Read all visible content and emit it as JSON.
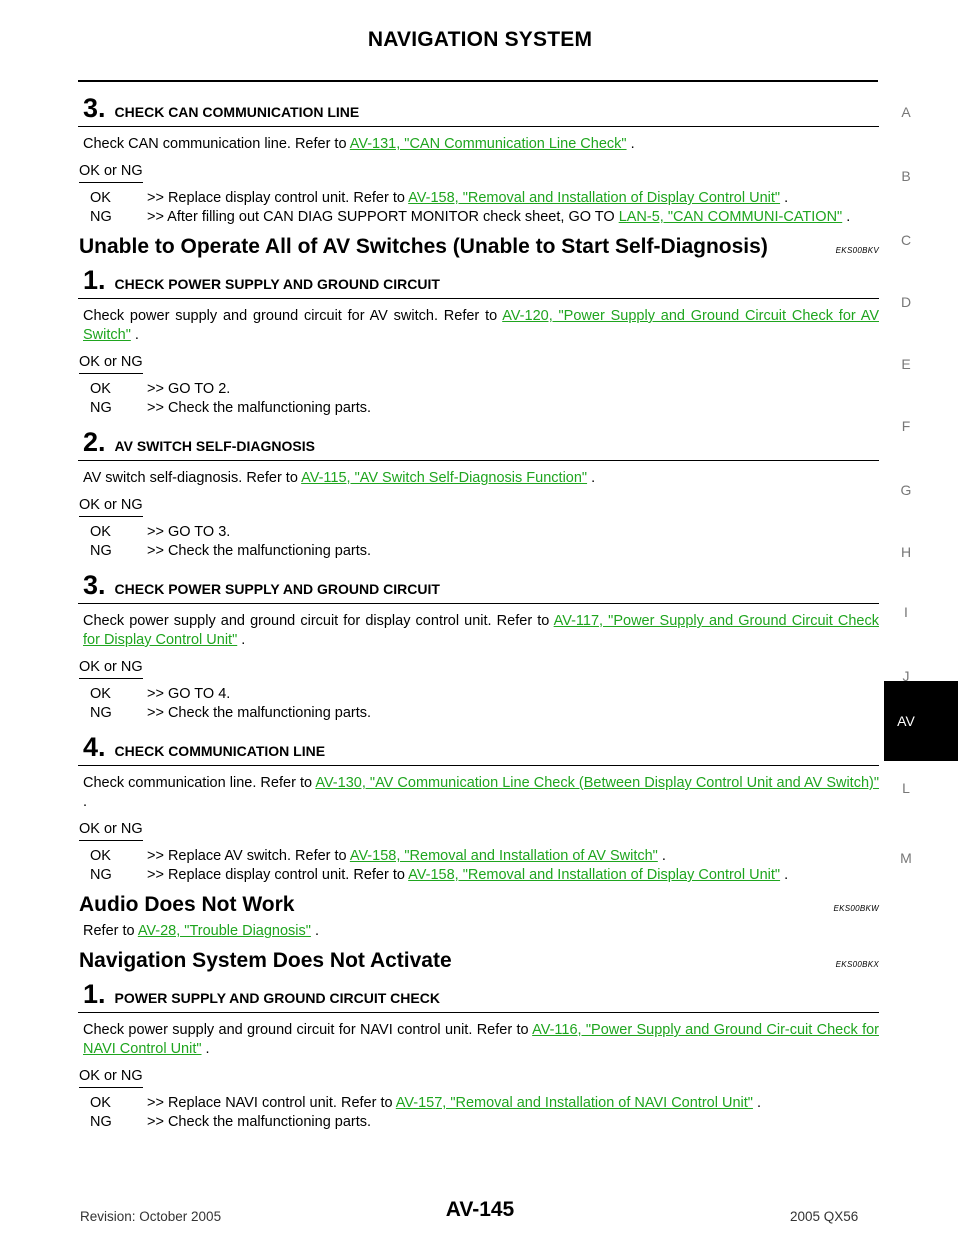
{
  "header": {
    "title": "NAVIGATION SYSTEM"
  },
  "side_index": [
    "A",
    "B",
    "C",
    "D",
    "E",
    "F",
    "G",
    "H",
    "I",
    "J",
    "AV",
    "L",
    "M"
  ],
  "blocks": [
    {
      "type": "step",
      "num": "3.",
      "title": "CHECK CAN COMMUNICATION LINE",
      "para_pre": "Check CAN communication line. Refer to ",
      "para_link": "AV-131, \"CAN Communication Line Check\"",
      "para_post": " .",
      "okng": "OK or NG",
      "results": [
        {
          "code": "OK",
          "pre": ">> Replace display control unit. Refer to ",
          "link": "AV-158, \"Removal and Installation of Display Control Unit\"",
          "post": " ."
        },
        {
          "code": "NG",
          "pre": ">> After filling out CAN DIAG SUPPORT MONITOR check sheet, GO TO ",
          "link": "LAN-5, \"CAN COMMUNI-CATION\"",
          "post": " ."
        }
      ]
    },
    {
      "type": "section",
      "title": "Unable to Operate All of AV Switches (Unable to Start Self-Diagnosis)",
      "code": "EKS00BKV"
    },
    {
      "type": "step",
      "num": "1.",
      "title": "CHECK POWER SUPPLY AND GROUND CIRCUIT",
      "para_pre": "Check power supply and ground circuit for AV switch. Refer to ",
      "para_link": "AV-120, \"Power Supply and Ground Circuit Check for AV Switch\"",
      "para_post": " .",
      "okng": "OK or NG",
      "results": [
        {
          "code": "OK",
          "pre": ">> GO TO 2.",
          "link": "",
          "post": ""
        },
        {
          "code": "NG",
          "pre": ">> Check the malfunctioning parts.",
          "link": "",
          "post": ""
        }
      ]
    },
    {
      "type": "step",
      "num": "2.",
      "title": "AV SWITCH SELF-DIAGNOSIS",
      "para_pre": "AV switch self-diagnosis. Refer to ",
      "para_link": "AV-115, \"AV Switch Self-Diagnosis Function\"",
      "para_post": " .",
      "okng": "OK or NG",
      "results": [
        {
          "code": "OK",
          "pre": ">> GO TO 3.",
          "link": "",
          "post": ""
        },
        {
          "code": "NG",
          "pre": ">> Check the malfunctioning parts.",
          "link": "",
          "post": ""
        }
      ]
    },
    {
      "type": "step",
      "num": "3.",
      "title": "CHECK POWER SUPPLY AND GROUND CIRCUIT",
      "para_pre": "Check power supply and ground circuit for display control unit. Refer to ",
      "para_link": "AV-117, \"Power Supply and Ground Circuit Check for Display Control Unit\"",
      "para_post": " .",
      "okng": "OK or NG",
      "results": [
        {
          "code": "OK",
          "pre": ">> GO TO 4.",
          "link": "",
          "post": ""
        },
        {
          "code": "NG",
          "pre": ">> Check the malfunctioning parts.",
          "link": "",
          "post": ""
        }
      ]
    },
    {
      "type": "step",
      "num": "4.",
      "title": "CHECK COMMUNICATION LINE",
      "para_pre": "Check communication line. Refer to ",
      "para_link": "AV-130, \"AV Communication Line Check (Between Display Control Unit and AV Switch)\"",
      "para_post": " .",
      "okng": "OK or NG",
      "results": [
        {
          "code": "OK",
          "pre": ">> Replace AV switch. Refer to ",
          "link": "AV-158, \"Removal and Installation of AV Switch\"",
          "post": " ."
        },
        {
          "code": "NG",
          "pre": ">> Replace display control unit. Refer to ",
          "link": "AV-158, \"Removal and Installation of Display Control Unit\"",
          "post": " ."
        }
      ]
    },
    {
      "type": "section",
      "title": "Audio Does Not Work",
      "code": "EKS00BKW"
    },
    {
      "type": "plain",
      "pre": "Refer to ",
      "link": "AV-28, \"Trouble Diagnosis\"",
      "post": " ."
    },
    {
      "type": "section",
      "title": "Navigation System Does Not Activate",
      "code": "EKS00BKX"
    },
    {
      "type": "step",
      "num": "1.",
      "title": "POWER SUPPLY AND GROUND CIRCUIT CHECK",
      "para_pre": "Check power supply and ground circuit for NAVI control unit. Refer to ",
      "para_link": "AV-116, \"Power Supply and Ground Cir-cuit Check for NAVI Control Unit\"",
      "para_post": " .",
      "okng": "OK or NG",
      "results": [
        {
          "code": "OK",
          "pre": ">> Replace NAVI control unit. Refer to ",
          "link": "AV-157, \"Removal and Installation of NAVI Control Unit\"",
          "post": " ."
        },
        {
          "code": "NG",
          "pre": ">> Check the malfunctioning parts.",
          "link": "",
          "post": ""
        }
      ]
    }
  ],
  "footer": {
    "revision": "Revision: October 2005",
    "page_number": "AV-145",
    "model": "2005 QX56"
  }
}
